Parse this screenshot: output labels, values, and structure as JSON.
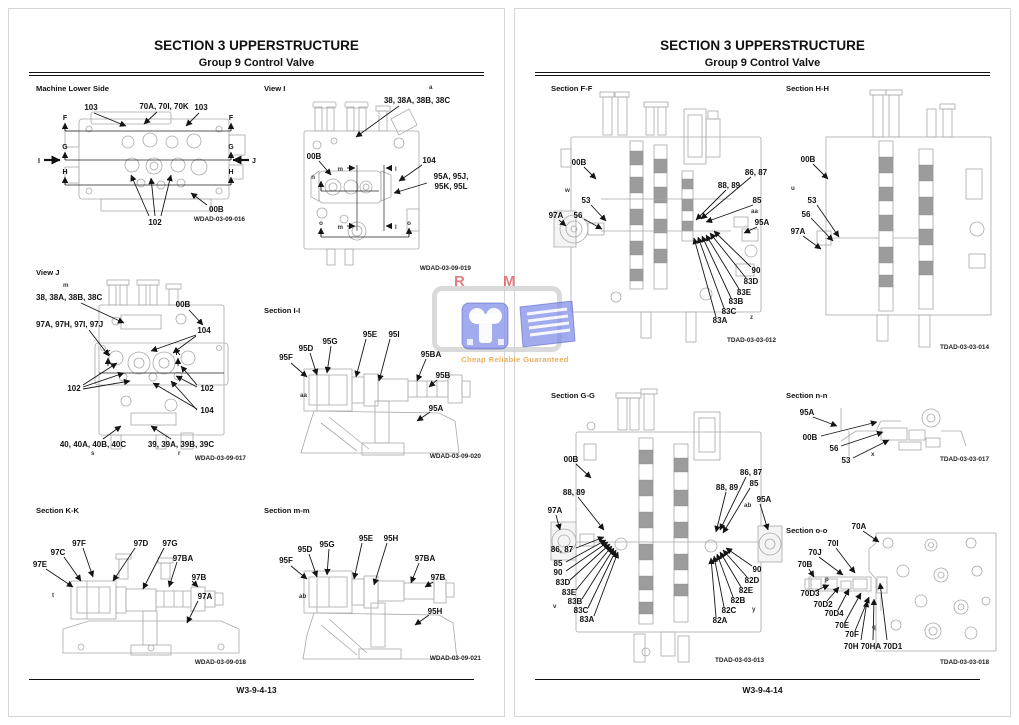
{
  "watermark": {
    "letters": "R M",
    "tagline": "Cheap Reliable Guaranteed"
  },
  "colors": {
    "ink": "#111111",
    "line_art": "#a9a9a9",
    "watermark_blue": "#7d8ae8",
    "watermark_red": "#de5c5c",
    "watermark_orange": "#e8a34c"
  },
  "pages": [
    {
      "title": "SECTION 3 UPPERSTRUCTURE",
      "subtitle": "Group 9 Control Valve",
      "page_number": "W3-9-4-13",
      "figures": [
        {
          "name": "Machine Lower Side",
          "code": "WDAD-03-09-016",
          "labels": [
            "103",
            "70A, 70I, 70K",
            "103",
            "F",
            "F",
            "G",
            "G",
            "H",
            "H",
            "I",
            "J",
            "00B",
            "102"
          ]
        },
        {
          "name": "View I",
          "code": "WDAD-03-09-019",
          "labels": [
            "a",
            "38, 38A, 38B, 38C",
            "00B",
            "104",
            "95A, 95J,",
            "95K, 95L",
            "m",
            "l",
            "m",
            "l",
            "n",
            "o",
            "o"
          ]
        },
        {
          "name": "View J",
          "code": "WDAD-03-09-017",
          "labels": [
            "m",
            "38, 38A, 38B, 38C",
            "97A, 97H, 97I, 97J",
            "00B",
            "104",
            "K",
            "K",
            "102",
            "102",
            "104",
            "40, 40A, 40B, 40C",
            "s",
            "39, 39A, 39B, 39C",
            "r"
          ]
        },
        {
          "name": "Section I-I",
          "code": "WDAD-03-09-020",
          "labels": [
            "95F",
            "95D",
            "95G",
            "95E",
            "95I",
            "95BA",
            "95B",
            "95A",
            "aa"
          ]
        },
        {
          "name": "Section K-K",
          "code": "WDAD-03-09-018",
          "labels": [
            "97E",
            "97C",
            "97F",
            "97D",
            "97G",
            "97BA",
            "97B",
            "97A",
            "t"
          ]
        },
        {
          "name": "Section m-m",
          "code": "WDAD-03-09-021",
          "labels": [
            "95F",
            "95D",
            "95G",
            "95E",
            "95H",
            "97BA",
            "97B",
            "95H",
            "ab"
          ]
        }
      ]
    },
    {
      "title": "SECTION 3 UPPERSTRUCTURE",
      "subtitle": "Group 9 Control Valve",
      "page_number": "W3-9-4-14",
      "figures": [
        {
          "name": "Section F-F",
          "code": "TDAD-03-03-012",
          "labels": [
            "00B",
            "w",
            "53",
            "56",
            "97A",
            "88, 89",
            "86, 87",
            "85",
            "aa",
            "95A",
            "90",
            "83D",
            "83E",
            "83B",
            "83C",
            "83A",
            "z"
          ]
        },
        {
          "name": "Section H-H",
          "code": "TDAD-03-03-014",
          "labels": [
            "00B",
            "u",
            "53",
            "56",
            "97A"
          ]
        },
        {
          "name": "Section G-G",
          "code": "TDAD-03-03-013",
          "labels": [
            "00B",
            "88, 89",
            "97A",
            "86, 87",
            "85",
            "90",
            "83D",
            "83E",
            "83B",
            "83C",
            "83A",
            "v",
            "86, 87",
            "88, 89",
            "85",
            "95A",
            "ab",
            "90",
            "82D",
            "82E",
            "82B",
            "82C",
            "82A",
            "y"
          ]
        },
        {
          "name": "Section n-n",
          "code": "TDAD-03-03-017",
          "labels": [
            "95A",
            "00B",
            "56",
            "53",
            "x"
          ]
        },
        {
          "name": "Section o-o",
          "code": "TDAD-03-03-018",
          "labels": [
            "70A",
            "70I",
            "70J",
            "70B",
            "p",
            "70D3",
            "70D2",
            "70D4",
            "70E",
            "70F",
            "q",
            "70H 70HA 70D1"
          ]
        }
      ]
    }
  ]
}
